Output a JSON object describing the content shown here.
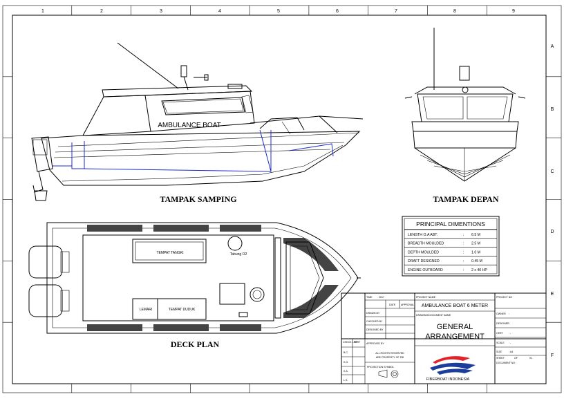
{
  "border": {
    "columns": [
      "1",
      "2",
      "3",
      "4",
      "5",
      "6",
      "7",
      "8",
      "9"
    ],
    "rows": [
      "A",
      "B",
      "C",
      "D",
      "E",
      "F"
    ]
  },
  "views": {
    "side_title": "TAMPAK SAMPING",
    "side_hull_text": "AMBULANCE BOAT",
    "front_title": "TAMPAK DEPAN",
    "deck_title": "DECK PLAN",
    "deck_labels": {
      "tank": "TEMPAT TANGKI",
      "tabung": "Tabung O2",
      "lemari": "LEMARI",
      "seat": "TEMPAT DUDUK"
    }
  },
  "principal": {
    "title": "PRINCIPAL DIMENTIONS",
    "rows": [
      {
        "label": "LENGTH O.A ABT.",
        "sep": ":",
        "value": "6.5 M"
      },
      {
        "label": "BREADTH MOULDED",
        "sep": ":",
        "value": "2.5 M"
      },
      {
        "label": "DEPTH MOULDED",
        "sep": ":",
        "value": "1.0 M"
      },
      {
        "label": "DRAFT DESIGNED",
        "sep": ":",
        "value": "0.45 M"
      },
      {
        "label": "ENGINE OUTBOARD",
        "sep": ":",
        "value": "2 x 40 HP"
      }
    ]
  },
  "title_block": {
    "time_label": "TIME",
    "time_value": "2017",
    "date_label": "DATE",
    "approval_label": "APPROVAL",
    "drawn_by": "DRAWN BY",
    "checked_by": "CHECKED BY",
    "designed_by": "DESIGNED BY",
    "approved_by": "APPROVED BY",
    "check_list": "CHECK LIST",
    "part_label": "PART",
    "side_marks": [
      "B.C.",
      "K.G.",
      "K.A.",
      "L.S."
    ],
    "rights_line1": "ALL RIGHTS RESERVED",
    "rights_line2": "ARE PROPERTY OF FBI",
    "projection": "PROJECTION SYMBOL",
    "project_name_label": "PROJECT NAME",
    "project_name": "AMBULANCE BOAT 6 METER",
    "drawing_label": "DRAWING/DOCUMENT NAME",
    "drawing_line1": "GENERAL",
    "drawing_line2": "ARRANGEMENT",
    "company": "FIBERBOAT INDONESIA",
    "project_no_label": "PROJECT NO",
    "owner_label": "OWNER",
    "owner_value": ":",
    "designer_label": "DESIGNER",
    "designer_value": ":",
    "cert_label": "CERT",
    "cert_value": ": -",
    "scale_label": "SCALE",
    "scale_value": ": -",
    "size_label": "SIZE",
    "size_value": ": A4",
    "sheet_label": "SHEET",
    "sheet_of": "OF",
    "sheet_total": "01",
    "doc_no_label": "DOCUMENT NO :"
  },
  "colors": {
    "line": "#000000",
    "wiring": "#1c2bd0",
    "logo_red": "#e0242a",
    "logo_blue": "#1b3d9c"
  }
}
